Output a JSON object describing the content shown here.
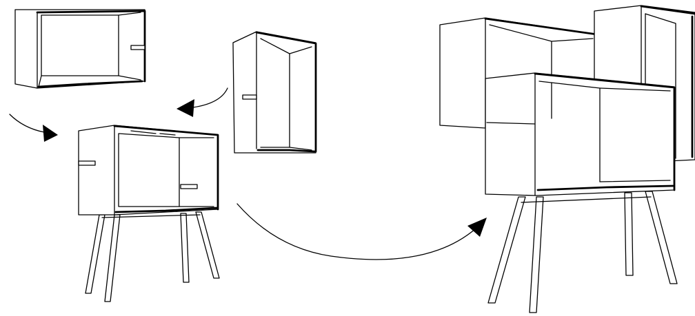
{
  "figure": {
    "kind": "assembly-illustration",
    "line_color": "#000000",
    "background": "#ffffff",
    "parts": [
      "wall-box-horizontal",
      "wall-box-vertical",
      "cabinet-on-legs",
      "stacked-cabinet-assembly"
    ],
    "arrows": [
      "arrow-horizontal-box-to-cabinet",
      "arrow-vertical-box-to-cabinet",
      "arrow-cabinet-to-assembly"
    ]
  }
}
